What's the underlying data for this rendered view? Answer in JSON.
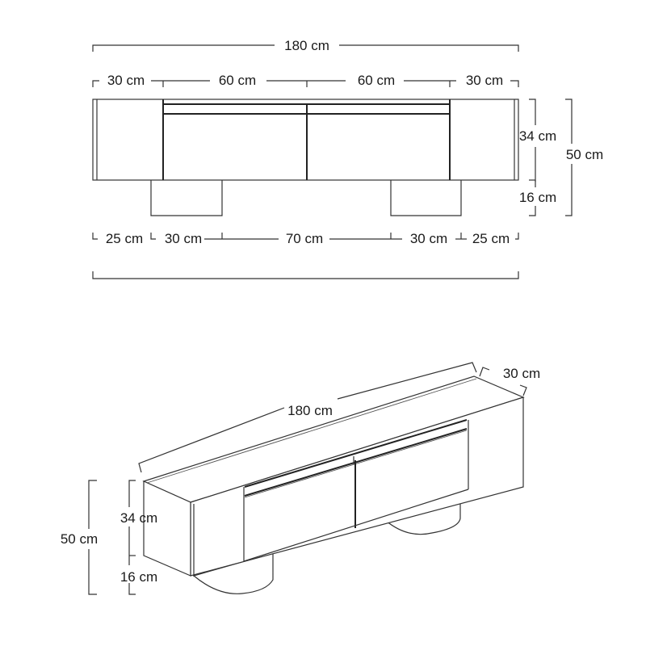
{
  "front_view": {
    "overall_width": "180 cm",
    "top_segments": [
      "30 cm",
      "60 cm",
      "60 cm",
      "30 cm"
    ],
    "height_cabinet": "34 cm",
    "height_legs": "16 cm",
    "height_total": "50 cm",
    "bottom_segments": [
      "25 cm",
      "30 cm",
      "70 cm",
      "30 cm",
      "25 cm"
    ]
  },
  "iso_view": {
    "length": "180 cm",
    "depth": "30 cm",
    "height_cabinet": "34 cm",
    "height_legs": "16 cm",
    "height_total": "50 cm"
  },
  "colors": {
    "line": "#333333",
    "background": "#ffffff",
    "text": "#1a1a1a"
  }
}
